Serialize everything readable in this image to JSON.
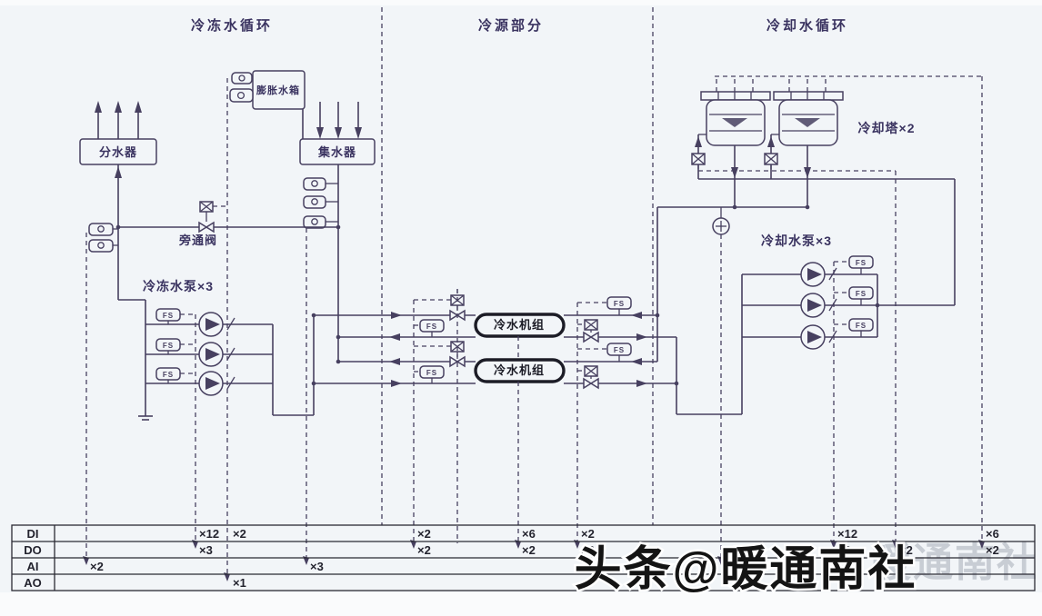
{
  "colors": {
    "background": "#f2f5f8",
    "line_ink": "#474060",
    "label_text": "#3a3360",
    "table_ink": "#2a2a33",
    "capsule_stroke": "#1c1c26",
    "watermark_faint": "#a7adb8",
    "watermark_main": "#141414"
  },
  "sections": {
    "chilled": {
      "title": "冷冻水循环"
    },
    "source": {
      "title": "冷源部分"
    },
    "cooling": {
      "title": "冷却水循环"
    }
  },
  "components": {
    "distributor": {
      "label": "分水器"
    },
    "collector": {
      "label": "集水器"
    },
    "expansion_tank": {
      "label": "膨胀水箱"
    },
    "bypass_valve": {
      "label": "旁通阀"
    },
    "chw_pumps": {
      "label": "冷冻水泵×3"
    },
    "chiller": {
      "label": "冷水机组"
    },
    "cooling_towers": {
      "label": "冷却塔×2"
    },
    "cw_pumps": {
      "label": "冷却水泵×3"
    }
  },
  "sensors": {
    "flow_switch": "FS"
  },
  "io_table": {
    "rows": [
      {
        "label": "DI",
        "values": [
          "×12",
          "×2",
          "×2",
          "×6",
          "×2",
          "×12",
          "×6"
        ]
      },
      {
        "label": "DO",
        "values": [
          "×3",
          "×2",
          "×2",
          "×2",
          "×3",
          "×2",
          "×2"
        ]
      },
      {
        "label": "AI",
        "values": [
          "×2",
          "×3",
          "×1"
        ]
      },
      {
        "label": "AO",
        "values": [
          "×1"
        ]
      }
    ]
  },
  "watermark": {
    "main": "头条@暖通南社",
    "faint": "暖通南社"
  }
}
